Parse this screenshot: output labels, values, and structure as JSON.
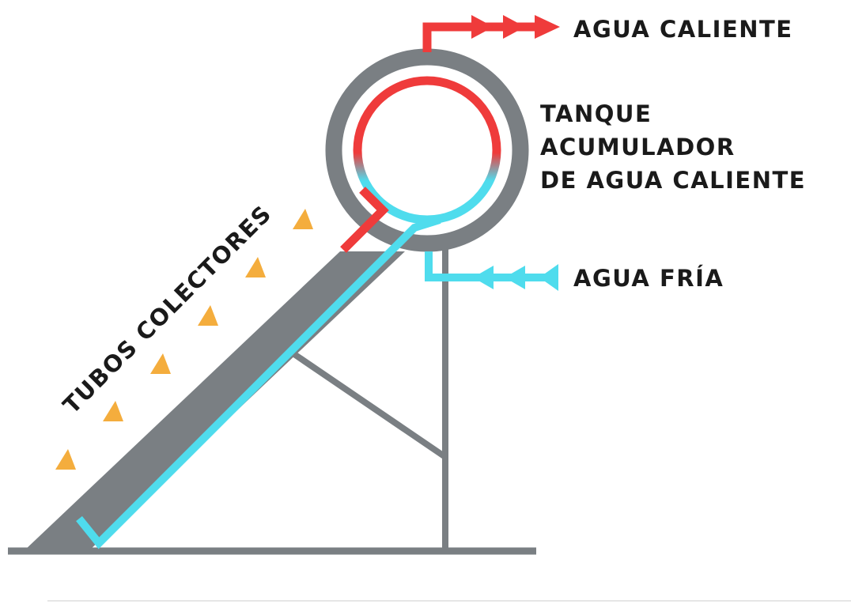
{
  "labels": {
    "hot_water": "AGUA CALIENTE",
    "cold_water": "AGUA FRÍA",
    "tank_line1": "TANQUE",
    "tank_line2": "ACUMULADOR",
    "tank_line3": "DE AGUA CALIENTE",
    "collector_tubes": "TUBOS COLECTORES"
  },
  "colors": {
    "structure": "#7a7f83",
    "hot": "#ef3b3b",
    "cold": "#4fdced",
    "sun_rays": "#f4ad3d",
    "text": "#1a1a1a"
  }
}
